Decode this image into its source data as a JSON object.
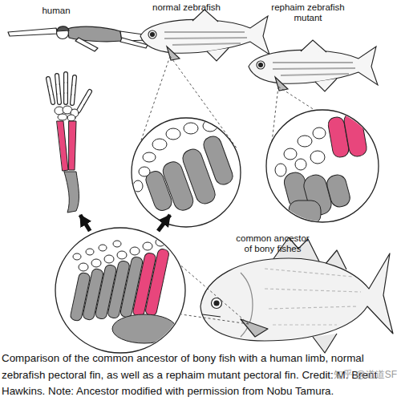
{
  "diagram": {
    "caption": "Comparison of the common ancestor of bony fish with a human limb, normal zebrafish pectoral fin, as well as a rephaim mutant pectoral fin. Credit: M. Brent Hawkins. Note: Ancestor modified with permission from Nobu Tamura.",
    "nodes": [
      {
        "text": [
          "human"
        ]
      },
      {
        "text": [
          "normal zebrafish"
        ]
      },
      {
        "text": [
          "rephaim zebrafish mutant"
        ]
      },
      {
        "text": [
          "common ancestor of bony fishes"
        ]
      }
    ],
    "edges": [
      {
        "from": 3,
        "to": 0,
        "arrow": "to"
      },
      {
        "from": 3,
        "to": 1,
        "arrow": "to"
      }
    ],
    "labels": [
      "知乎 @道道SF"
    ]
  }
}
